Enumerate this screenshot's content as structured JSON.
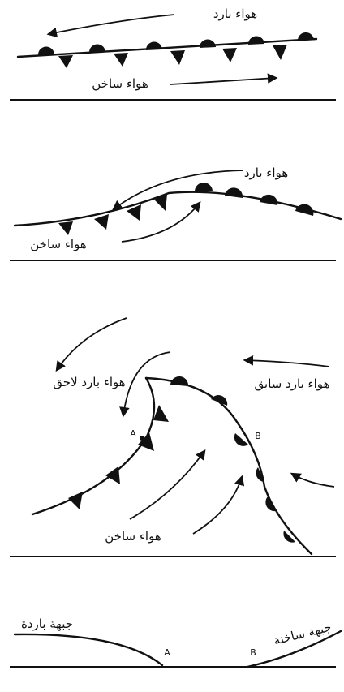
{
  "panels": [
    {
      "labels": {
        "cold_air": "هواء بارد",
        "warm_air": "هواء ساخن"
      }
    },
    {
      "labels": {
        "cold_air": "هواء بارد",
        "warm_air": "هواء ساخن"
      }
    },
    {
      "labels": {
        "cold_air_following": "هواء بارد لاحق",
        "cold_air_preceding": "هواء بارد سابق",
        "warm_air": "هواء ساخن",
        "point_a": "A",
        "point_b": "B"
      }
    },
    {
      "labels": {
        "cold_front": "جبهة باردة",
        "warm_front": "جبهة ساخنة",
        "point_a": "A",
        "point_b": "B"
      }
    }
  ],
  "colors": {
    "ink": "#111111",
    "background": "#ffffff"
  }
}
